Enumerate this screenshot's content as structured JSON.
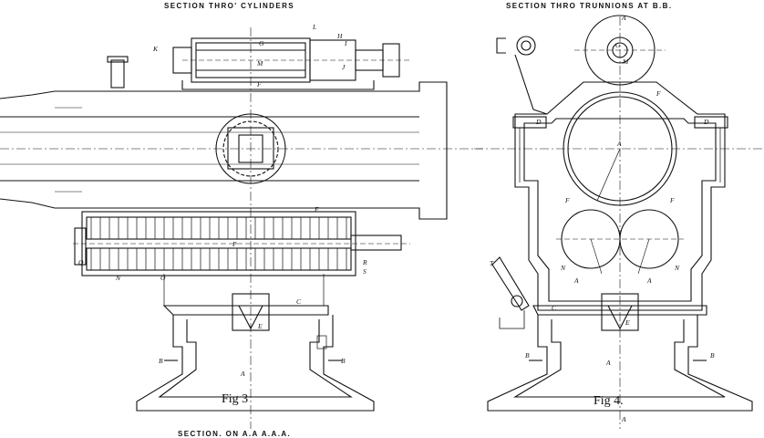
{
  "captions": {
    "top_left": "SECTION THRO' CYLINDERS",
    "top_right": "SECTION THRO TRUNNIONS AT B.B.",
    "bottom_left": "SECTION. ON A.A A.A.A."
  },
  "figures": {
    "fig3": "Fig 3",
    "fig4": "Fig 4."
  },
  "labels": {
    "K": "K",
    "G": "G",
    "L": "L",
    "H": "H",
    "I": "I",
    "M": "M",
    "J": "J",
    "F": "F",
    "P": "P",
    "Q": "Q",
    "R": "R",
    "S": "S",
    "N": "N",
    "O": "O",
    "C": "C",
    "E": "E",
    "B": "B",
    "A": "A",
    "D": "D",
    "T": "T"
  }
}
